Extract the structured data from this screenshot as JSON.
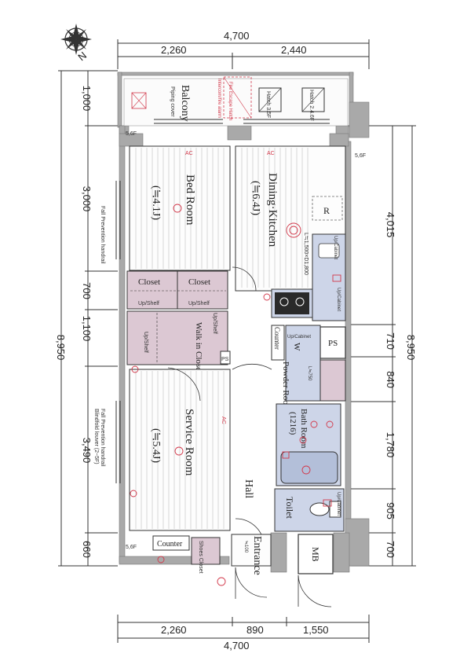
{
  "compass": {
    "icon": "compass-rose-icon",
    "north_label": "N"
  },
  "dimensions": {
    "top_total": "4,700",
    "top_left": "2,260",
    "top_right": "2,440",
    "bottom_total": "4,700",
    "bottom_left": "2,260",
    "bottom_mid": "890",
    "bottom_right": "1,550",
    "left_segments": [
      "1,000",
      "3,000",
      "700",
      "1,100",
      "3,490",
      "660"
    ],
    "left_total": "8,950",
    "right_segments": [
      "4,015",
      "710",
      "840",
      "1,780",
      "905",
      "700"
    ],
    "right_total": "8,950"
  },
  "rooms": {
    "balcony": "Balcony",
    "bed_room": "Bed Room",
    "bed_room_size": "(≒4.1J)",
    "dining_kitchen": "Dining·Kitchen",
    "dining_kitchen_size": "(≒6.4J)",
    "service_room": "Service Room",
    "service_room_size": "(≒5.4J)",
    "closet_left": "Closet",
    "closet_right": "Closet",
    "walk_in_closet": "Walk in Closet",
    "hall": "Hall",
    "entrance": "Entrance",
    "toilet": "Toilet",
    "bath_room": "Bath Room",
    "bath_room_size": "(1216)",
    "powder_room": "Powder Room",
    "powder_w": "W",
    "counter_top": "Counter",
    "counter_bottom": "Counter",
    "shoes_closet": "Shoes Closet",
    "ps_big": "PS",
    "ps_small": "PS",
    "mb": "MB",
    "refrigerator": "R"
  },
  "notes": {
    "piping_cover": "Piping cover",
    "fall_prevention_top": "Fall Prevention handrail",
    "fall_prevention_bottom": "Fall Prevention handrail",
    "blindfold_louver": "Blindfold louver (2~5F)",
    "fire_escape": "Fire Escape Hatch",
    "evacuation_note": "Intercom/fire alarm",
    "hatch_left": "Hatch 3.5F",
    "hatch_right": "Hatch 2.4.6F",
    "up_shelf_1": "Up/Shelf",
    "up_shelf_2": "Up/Shelf",
    "up_shelf_3": "Up/Shelf",
    "up_shelf_4": "Up/Shelf",
    "up_cabinet_1": "Up/Cabinet",
    "up_cabinet_2": "Up/Cabinet",
    "up_cabinet_3": "Up/Cabinet",
    "up_cabinet_4": "Up/Cabinet",
    "kitchen_size": "L≒1,500×D1,800",
    "powder_size": "L≒750",
    "step_note": "≒100",
    "floor_56f_1": "5,6F",
    "floor_56f_2": "5,6F",
    "floor_56f_3": "5,6F",
    "ac_1": "AC",
    "ac_2": "AC",
    "ac_3": "AC"
  },
  "colors": {
    "wall": "#a9a9a9",
    "closet": "#dcc8d3",
    "wet_area": "#cdd5e8",
    "accent": "#d2384a"
  }
}
